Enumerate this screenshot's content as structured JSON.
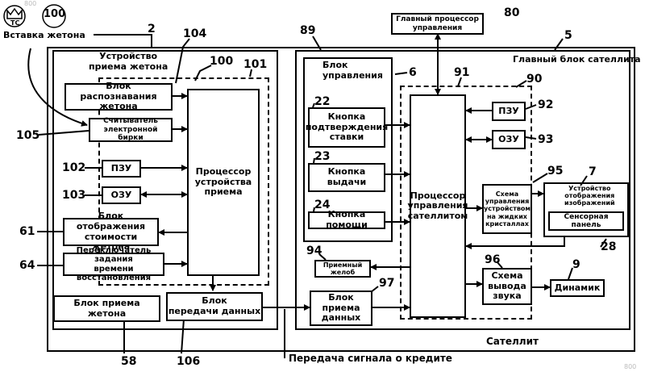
{
  "top": {
    "token_insert": "Вставка жетона",
    "icon_tc": "TC",
    "icon_100": "100"
  },
  "main_processor": "Главный процессор управления",
  "satellite_main_block": "Главный блок сателлита",
  "satellite": "Сателлит",
  "credit_signal": "Передача сигнала о кредите",
  "receiver": {
    "title": "Устройство\nприема жетона",
    "recognition": "Блок распознавания\nжетона",
    "tag_reader": "Считыватель\nэлектронной бирки",
    "rom": "ПЗУ",
    "ram": "ОЗУ",
    "processor": "Процессор\nустройства\nприема",
    "value_display": "Блок отображения\nстоимости жетона",
    "restore_switch": "Переключатель задания\nвремени восстановления",
    "token_reception": "Блок приема жетона",
    "data_transfer": "Блок\nпередачи данных"
  },
  "control": {
    "title": "Блок\nуправления",
    "confirm": "Кнопка\nподтверждения\nставки",
    "payout": "Кнопка\nвыдачи",
    "help": "Кнопка помощи"
  },
  "satellite_parts": {
    "processor": "Процессор\nуправления\nсателлитом",
    "rom": "ПЗУ",
    "ram": "ОЗУ",
    "lcd": "Схема\nуправления\nустройством\nна жидких\nкристаллах",
    "display": "Устройство\nотображения\nизображений",
    "touch": "Сенсорная панель",
    "tray": "Приемный\nжелоб",
    "data_reception": "Блок\nприема\nданных",
    "sound": "Схема\nвывода\nзвука",
    "speaker": "Динамик"
  },
  "refs": {
    "r2": "2",
    "r104": "104",
    "r100": "100",
    "r101": "101",
    "r105": "105",
    "r102": "102",
    "r103": "103",
    "r61": "61",
    "r64": "64",
    "r58": "58",
    "r106": "106",
    "r89": "89",
    "r80": "80",
    "r5": "5",
    "r6": "6",
    "r91": "91",
    "r90": "90",
    "r22": "22",
    "r23": "23",
    "r24": "24",
    "r92": "92",
    "r93": "93",
    "r95": "95",
    "r7": "7",
    "r28": "28",
    "r94": "94",
    "r96": "96",
    "r9": "9",
    "r97": "97"
  },
  "watermark": "800"
}
